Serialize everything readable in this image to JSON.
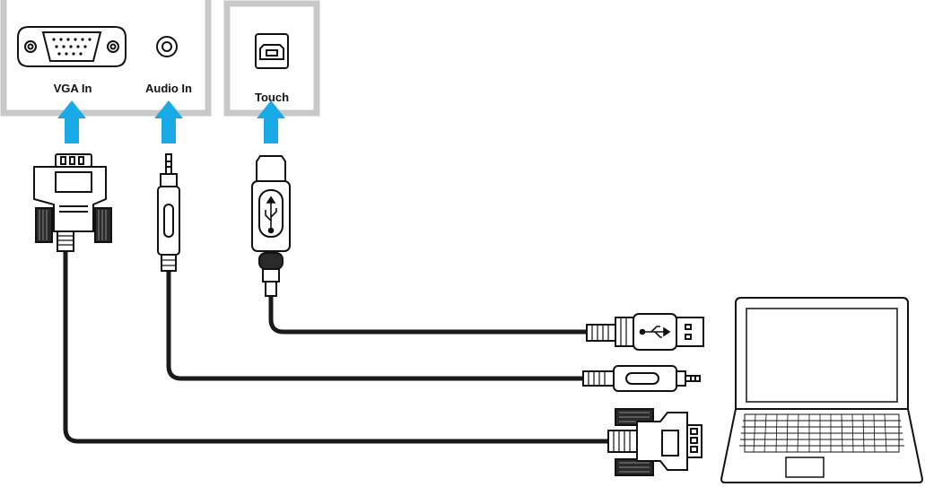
{
  "ports": {
    "vga": {
      "label": "VGA In"
    },
    "audio": {
      "label": "Audio In"
    },
    "touch": {
      "label": "Touch"
    }
  },
  "colors": {
    "panel_border": "#c8c8c8",
    "arrow": "#19a9e6",
    "cable": "#1a1a1a",
    "connector": "#ffffff",
    "laptop_screen": "#ffffff"
  },
  "icons": {
    "vga_port": "vga-port-icon",
    "audio_port": "audio-jack-icon",
    "touch_port": "usb-b-port-icon",
    "laptop": "laptop-icon",
    "usb_symbol": "usb-icon"
  }
}
